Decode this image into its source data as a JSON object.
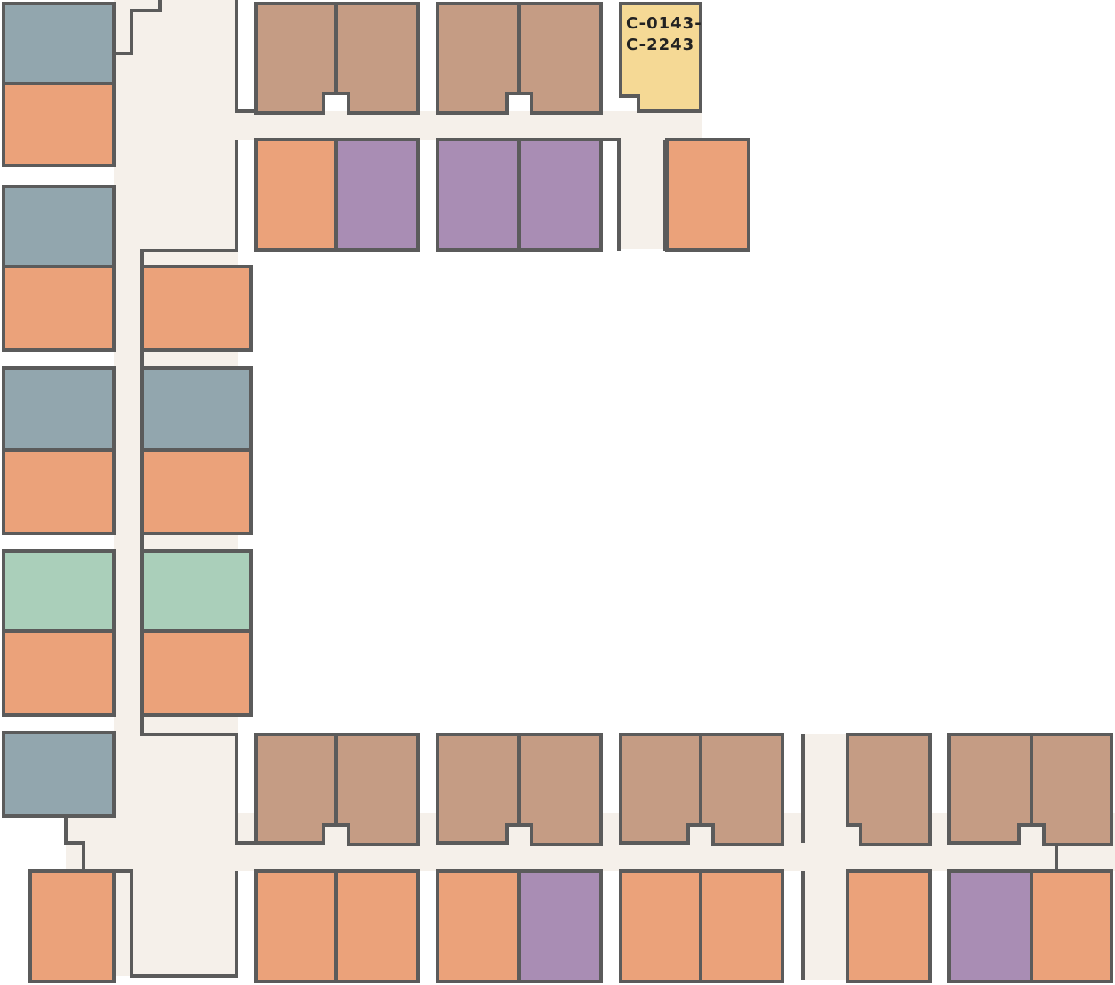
{
  "legend_colors": {
    "orange": "#eba27a",
    "tan": "#c59c84",
    "purple": "#a98db4",
    "slate": "#92a6ae",
    "mint": "#aacfba",
    "yellow": "#f5d995",
    "corridor": "#f5f0ea",
    "wall": "#5b5b5b"
  },
  "highlighted_unit": {
    "label_line1": "C-0143-",
    "label_line2": "C-2243",
    "color": "yellow"
  },
  "units": [
    {
      "id": "w1",
      "color": "slate"
    },
    {
      "id": "w2",
      "color": "orange"
    },
    {
      "id": "w3",
      "color": "slate"
    },
    {
      "id": "w4",
      "color": "orange"
    },
    {
      "id": "w5",
      "color": "slate"
    },
    {
      "id": "w6",
      "color": "orange"
    },
    {
      "id": "w7",
      "color": "mint"
    },
    {
      "id": "w8",
      "color": "orange"
    },
    {
      "id": "w9",
      "color": "slate"
    },
    {
      "id": "w10",
      "color": "orange"
    },
    {
      "id": "i1",
      "color": "orange"
    },
    {
      "id": "i2",
      "color": "slate"
    },
    {
      "id": "i3",
      "color": "orange"
    },
    {
      "id": "i4",
      "color": "mint"
    },
    {
      "id": "i5",
      "color": "orange"
    },
    {
      "id": "t1",
      "color": "tan"
    },
    {
      "id": "t2",
      "color": "tan"
    },
    {
      "id": "t3",
      "color": "tan"
    },
    {
      "id": "t4",
      "color": "tan"
    },
    {
      "id": "t5",
      "color": "yellow"
    },
    {
      "id": "t6",
      "color": "orange"
    },
    {
      "id": "t7",
      "color": "purple"
    },
    {
      "id": "t8",
      "color": "purple"
    },
    {
      "id": "t9",
      "color": "purple"
    },
    {
      "id": "t10",
      "color": "orange"
    },
    {
      "id": "b1",
      "color": "tan"
    },
    {
      "id": "b2",
      "color": "tan"
    },
    {
      "id": "b3",
      "color": "tan"
    },
    {
      "id": "b4",
      "color": "tan"
    },
    {
      "id": "b5",
      "color": "tan"
    },
    {
      "id": "b6",
      "color": "tan"
    },
    {
      "id": "b7",
      "color": "tan"
    },
    {
      "id": "b8",
      "color": "tan"
    },
    {
      "id": "b9",
      "color": "tan"
    },
    {
      "id": "b10",
      "color": "orange"
    },
    {
      "id": "b11",
      "color": "orange"
    },
    {
      "id": "b12",
      "color": "orange"
    },
    {
      "id": "b13",
      "color": "purple"
    },
    {
      "id": "b14",
      "color": "orange"
    },
    {
      "id": "b15",
      "color": "orange"
    },
    {
      "id": "b16",
      "color": "orange"
    },
    {
      "id": "b17",
      "color": "purple"
    },
    {
      "id": "b18",
      "color": "orange"
    },
    {
      "id": "b19",
      "color": "orange"
    }
  ]
}
